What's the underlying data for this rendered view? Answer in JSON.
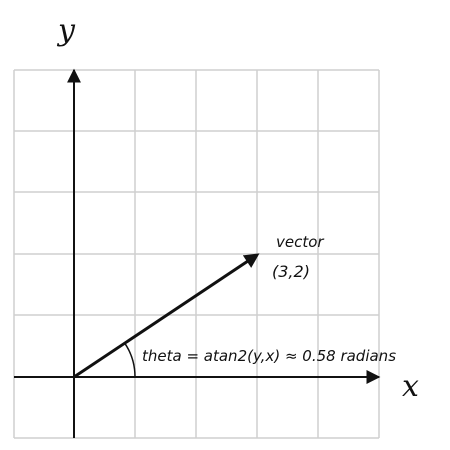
{
  "axes": {
    "x_label": "x",
    "y_label": "y"
  },
  "vector": {
    "label": "vector",
    "coords_text": "(3,2)",
    "x": 3,
    "y": 2
  },
  "angle": {
    "formula_text": "theta = atan2(y,x) ≈ 0.58 radians",
    "value_radians": 0.58
  },
  "colors": {
    "grid": "#cfcfcf",
    "ink": "#111111",
    "background": "#ffffff"
  }
}
